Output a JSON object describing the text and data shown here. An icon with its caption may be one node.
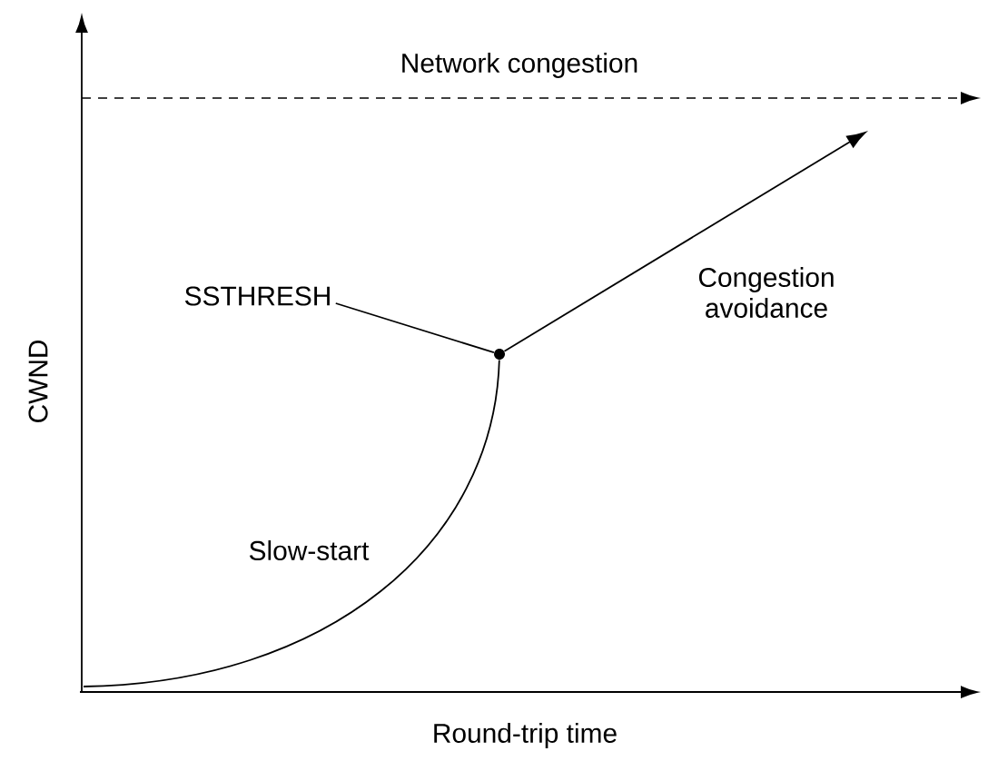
{
  "diagram": {
    "nodes": [
      {
        "text": [
          "SSTHRESH"
        ]
      },
      {
        "text": [],
        "shape": "circle"
      }
    ],
    "edges": [
      {
        "from": 0,
        "to": 1,
        "arrow": "none"
      },
      {
        "from": 1,
        "to": null,
        "arrow": "to"
      },
      {
        "from": null,
        "to": 1,
        "arrow": "none"
      }
    ],
    "labels": [
      "Network congestion",
      "Congestion avoidance",
      "Slow-start",
      "CWND",
      "Round-trip time"
    ]
  }
}
